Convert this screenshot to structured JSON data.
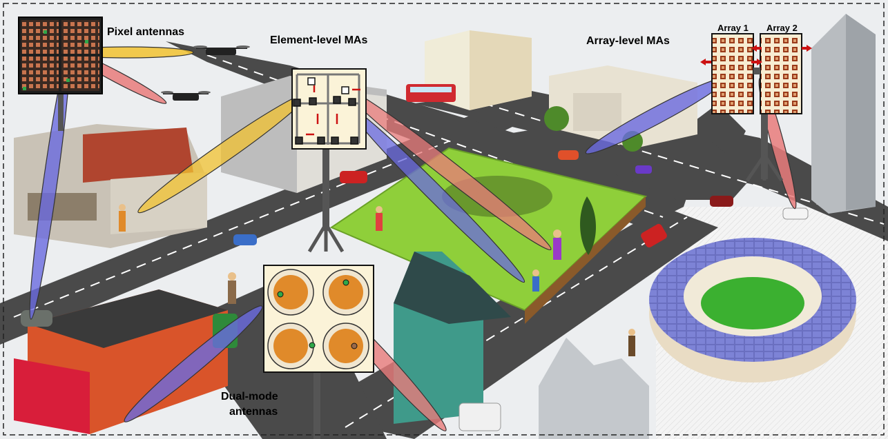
{
  "labels": {
    "pixel": "Pixel antennas",
    "element": "Element-level MAs",
    "array": "Array-level MAs",
    "array1": "Array 1",
    "array2": "Array 2",
    "dual_line1": "Dual-mode",
    "dual_line2": "antennas"
  },
  "colors": {
    "yellow_beam": "#f2c230",
    "red_beam": "#e97b7b",
    "blue_beam": "#6a6ae0",
    "panel_bg": "#fbf3d8",
    "grass": "#8fcf3a",
    "road": "#4a4a4a",
    "ground": "#e8eaec",
    "move_arrow": "#cc1111",
    "pixel_on": "#c8744e",
    "pixel_active": "#2fa84a"
  },
  "icons": [
    "quadcopter-drone-icon",
    "car-icon",
    "bus-icon",
    "person-icon",
    "tree-icon",
    "stadium-icon",
    "house-icon",
    "building-icon",
    "antenna-tower-icon"
  ]
}
